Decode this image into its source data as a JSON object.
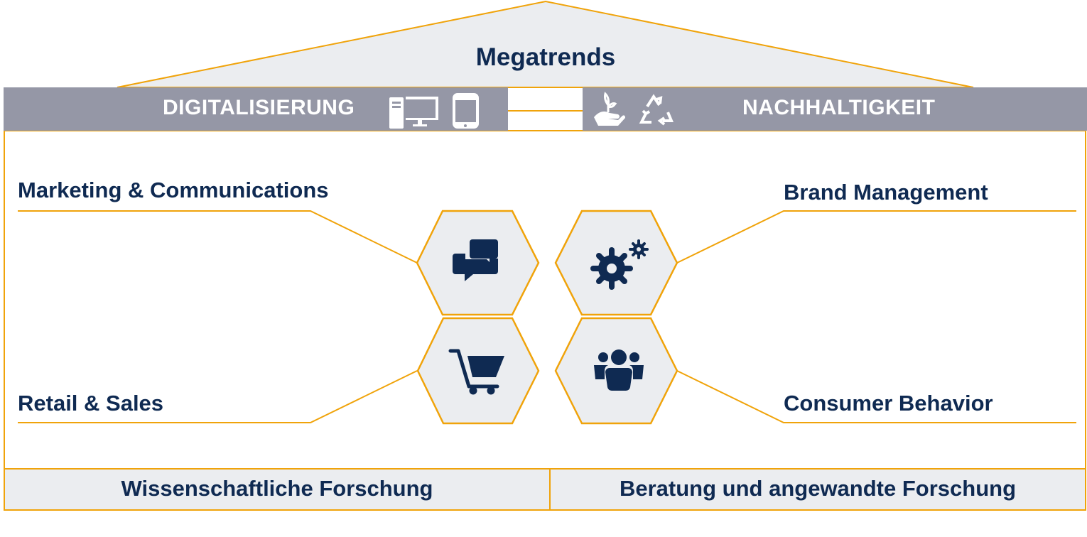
{
  "title": "Megatrends",
  "trends": {
    "left": {
      "label": "DIGITALISIERUNG",
      "icons": [
        "desktop-computer-icon",
        "tablet-icon"
      ]
    },
    "right": {
      "label": "NACHHALTIGKEIT",
      "icons": [
        "plant-in-hand-icon",
        "recycle-icon"
      ]
    }
  },
  "areas": [
    {
      "label": "Marketing & Communications",
      "icon": "chat-bubbles-icon"
    },
    {
      "label": "Brand Management",
      "icon": "gears-icon"
    },
    {
      "label": "Retail & Sales",
      "icon": "shopping-cart-icon"
    },
    {
      "label": "Consumer Behavior",
      "icon": "people-group-icon"
    }
  ],
  "foundation": {
    "left": "Wissenschaftliche Forschung",
    "right": "Beratung und angewandte Forschung"
  },
  "colors": {
    "accent": "#f0a30a",
    "navy": "#0f2a52",
    "bar": "#9597a6",
    "panel": "#ebedf0"
  }
}
